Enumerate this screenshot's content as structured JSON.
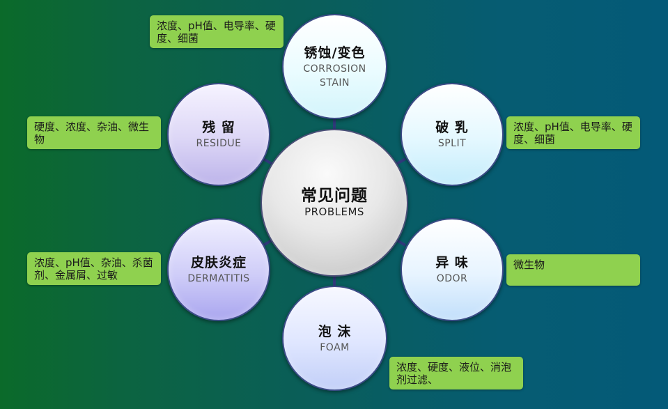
{
  "center": {
    "cn": "常见问题",
    "en": "PROBLEMS"
  },
  "nodes": {
    "top": {
      "cn": "锈蚀/变色",
      "en1": "CORROSION",
      "en2": "STAIN",
      "note": "浓度、pH值、电导率、硬度、细菌"
    },
    "left_up": {
      "cn": "残 留",
      "en": "RESIDUE",
      "note": "硬度、浓度、杂油、微生物"
    },
    "right_up": {
      "cn": "破 乳",
      "en": "SPLIT",
      "note": "浓度、pH值、电导率、硬度、细菌"
    },
    "left_down": {
      "cn": "皮肤炎症",
      "en": "DERMATITIS",
      "note": "浓度、pH值、杂油、杀菌剂、金属屑、过敏"
    },
    "right_down": {
      "cn": "异 味",
      "en": "ODOR",
      "note": "微生物"
    },
    "bottom": {
      "cn": "泡 沫",
      "en": "FOAM",
      "note": "浓度、硬度、液位、消泡剂过滤、"
    }
  },
  "colors": {
    "note_box": "#8fd14f",
    "circle_border": "#3c4b86",
    "connector": "#2e3a7a"
  }
}
